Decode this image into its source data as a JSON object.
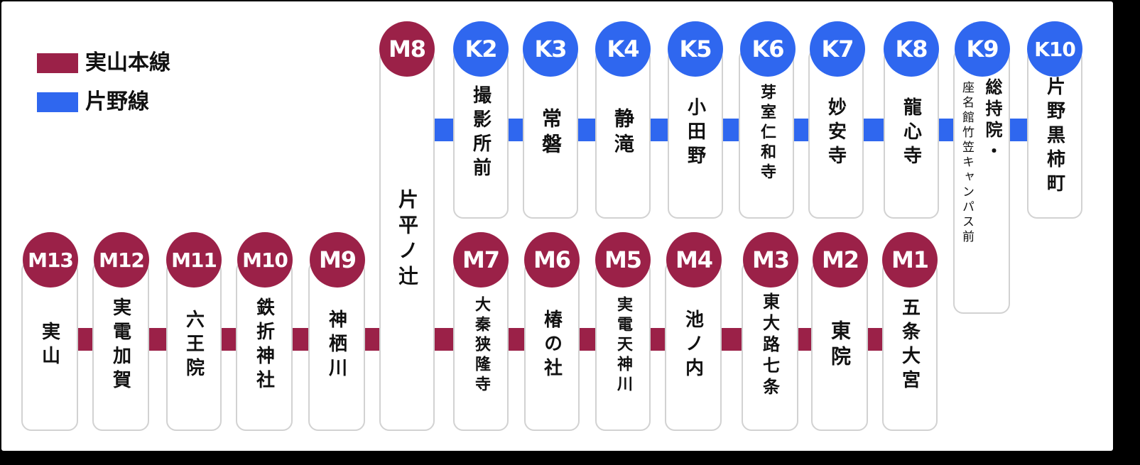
{
  "colors": {
    "main_line": "#9b2148",
    "kata_line": "#2f67ef"
  },
  "legend": [
    {
      "key": "main",
      "label": "実山本線",
      "color": "#9b2148"
    },
    {
      "key": "kata",
      "label": "片野線",
      "color": "#2f67ef"
    }
  ],
  "stations": {
    "m13": {
      "code": "M13",
      "name": "実山",
      "line": "main"
    },
    "m12": {
      "code": "M12",
      "name": "実電加賀",
      "line": "main"
    },
    "m11": {
      "code": "M11",
      "name": "六王院",
      "line": "main"
    },
    "m10": {
      "code": "M10",
      "name": "鉄折神社",
      "line": "main"
    },
    "m9": {
      "code": "M9",
      "name": "神栖川",
      "line": "main"
    },
    "m8": {
      "code": "M8",
      "name": "片平ノ辻",
      "line": "main"
    },
    "m7": {
      "code": "M7",
      "name": "大秦狭隆寺",
      "line": "main"
    },
    "m6": {
      "code": "M6",
      "name": "椿の社",
      "line": "main"
    },
    "m5": {
      "code": "M5",
      "name": "実電天神川",
      "line": "main"
    },
    "m4": {
      "code": "M4",
      "name": "池ノ内",
      "line": "main"
    },
    "m3": {
      "code": "M3",
      "name": "東大路七条",
      "line": "main"
    },
    "m2": {
      "code": "M2",
      "name": "東院",
      "line": "main"
    },
    "m1": {
      "code": "M1",
      "name": "五条大宮",
      "line": "main"
    },
    "k2": {
      "code": "K2",
      "name": "撮影所前",
      "line": "kata"
    },
    "k3": {
      "code": "K3",
      "name": "常磐",
      "line": "kata"
    },
    "k4": {
      "code": "K4",
      "name": "静滝",
      "line": "kata"
    },
    "k5": {
      "code": "K5",
      "name": "小田野",
      "line": "kata"
    },
    "k6": {
      "code": "K6",
      "name": "芽室仁和寺",
      "line": "kata"
    },
    "k7": {
      "code": "K7",
      "name": "妙安寺",
      "line": "kata"
    },
    "k8": {
      "code": "K8",
      "name": "龍心寺",
      "line": "kata"
    },
    "k9": {
      "code": "K9",
      "name": "総持院・",
      "subname": "座名館竹笠キャンパス前",
      "line": "kata"
    },
    "k10": {
      "code": "K10",
      "name": "片野黒柿町",
      "line": "kata"
    }
  }
}
